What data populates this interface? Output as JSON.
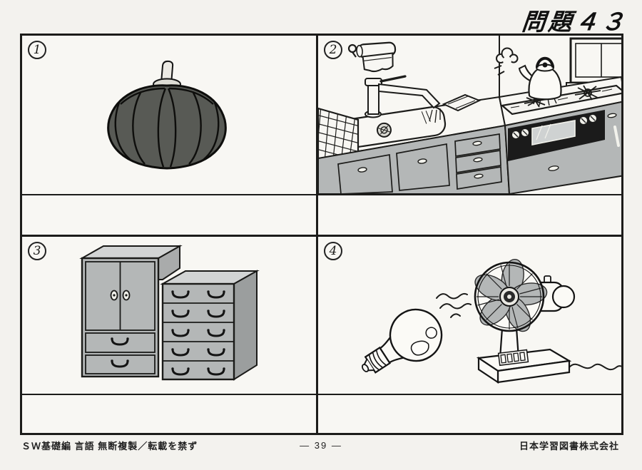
{
  "title": "問題４３",
  "panels": [
    {
      "label": "1",
      "illustration": "pumpkin"
    },
    {
      "label": "2",
      "illustration": "kitchen-sink-and-stove-with-kettle"
    },
    {
      "label": "3",
      "illustration": "wardrobe-and-chest-of-drawers"
    },
    {
      "label": "4",
      "illustration": "light-bulb-and-electric-fan"
    }
  ],
  "footer": {
    "left": "ＳＷ基礎編 言語 無断複製／転載を禁ず",
    "center": "— 39 —",
    "right": "日本学習図書株式会社"
  },
  "colors": {
    "paper": "#f8f7f3",
    "line": "#1c1c1a",
    "furniture_gray": "#b4b7b7",
    "furniture_top_gray": "#d2d4d4",
    "furniture_side_gray": "#9b9e9e",
    "pumpkin_dark": "#585a55"
  }
}
